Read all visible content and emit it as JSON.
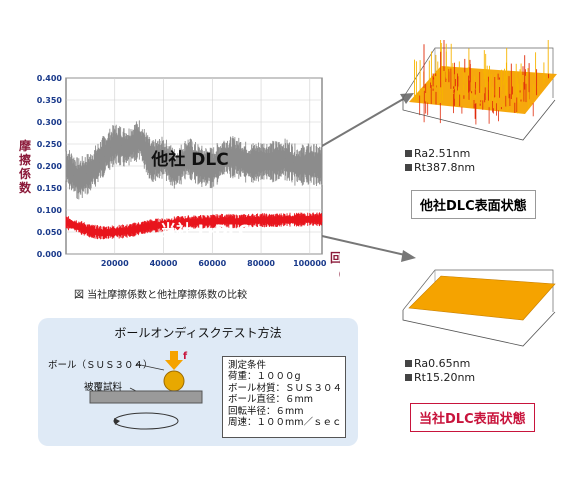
{
  "chart_data": {
    "type": "line",
    "y_axis_label": "摩擦係数",
    "x_axis_label_main": "回転数",
    "x_axis_label_unit": "（回）",
    "y_ticks": [
      "0.000",
      "0.050",
      "0.100",
      "0.150",
      "0.200",
      "0.250",
      "0.300",
      "0.350",
      "0.400"
    ],
    "x_ticks": [
      "20000",
      "40000",
      "60000",
      "80000",
      "100000"
    ],
    "ylim": [
      0,
      0.4
    ],
    "xlim": [
      0,
      105000
    ],
    "grid": true,
    "series": [
      {
        "name": "他社 DLC",
        "color": "#8c8c8c",
        "x": [
          0,
          5000,
          10000,
          15000,
          20000,
          25000,
          30000,
          35000,
          40000,
          45000,
          50000,
          55000,
          60000,
          65000,
          70000,
          75000,
          80000,
          85000,
          90000,
          95000,
          100000,
          105000
        ],
        "y": [
          0.2,
          0.17,
          0.185,
          0.22,
          0.25,
          0.24,
          0.26,
          0.21,
          0.22,
          0.19,
          0.22,
          0.2,
          0.195,
          0.22,
          0.22,
          0.205,
          0.21,
          0.21,
          0.215,
          0.2,
          0.205,
          0.2
        ]
      },
      {
        "name": "当社 L-DLC",
        "color": "#e8141c",
        "x": [
          0,
          5000,
          10000,
          15000,
          20000,
          25000,
          30000,
          35000,
          40000,
          45000,
          50000,
          55000,
          60000,
          65000,
          70000,
          75000,
          80000,
          85000,
          90000,
          95000,
          100000,
          105000
        ],
        "y": [
          0.072,
          0.062,
          0.052,
          0.048,
          0.05,
          0.052,
          0.058,
          0.064,
          0.066,
          0.07,
          0.072,
          0.073,
          0.074,
          0.076,
          0.074,
          0.076,
          0.077,
          0.076,
          0.078,
          0.078,
          0.079,
          0.079
        ]
      }
    ]
  },
  "caption": "図 当社摩擦係数と他社摩擦係数の比較",
  "method": {
    "title": "ボールオンディスクテスト方法",
    "ball_label": "ボール（ＳＵＳ３０４）",
    "sample_label": "被覆試料",
    "force_label": "f",
    "conditions": [
      "測定条件",
      "荷重：１０００g",
      "ボール材質：ＳＵＳ３０４",
      "ボール直径：６mm",
      "回転半径：６mm",
      "周速：１００mm／ｓｅｃ"
    ]
  },
  "panels": {
    "other": {
      "ra": "Ra2.51nm",
      "rt": "Rt387.8nm",
      "title": "他社DLC表面状態",
      "title_color": "#111111",
      "border_color": "#9a9a9a"
    },
    "ours": {
      "ra": "Ra0.65nm",
      "rt": "Rt15.20nm",
      "title": "当社DLC表面状態",
      "title_color": "#c8143c",
      "border_color": "#c8143c"
    }
  },
  "colors": {
    "surface_orange": "#f5a300",
    "arrow_gray": "#777777",
    "method_bg": "#dfeaf6"
  }
}
